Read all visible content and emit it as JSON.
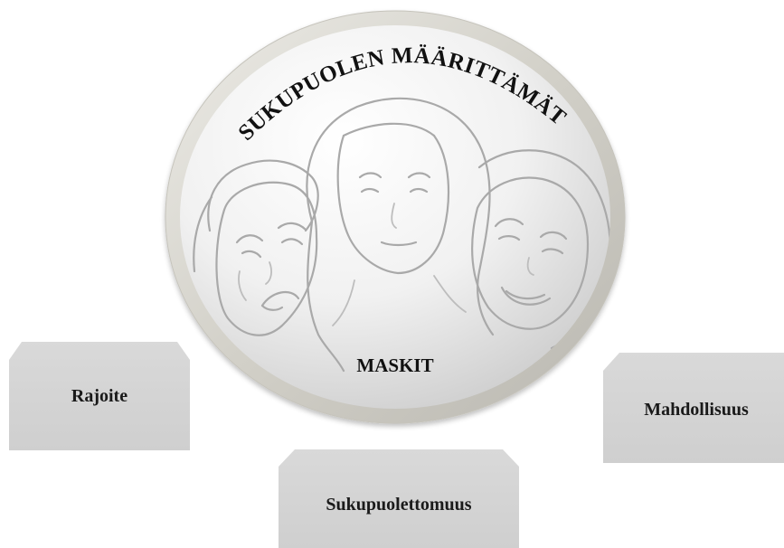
{
  "diagram": {
    "arc_title": "SUKUPUOLEN MÄÄRITTÄMÄT",
    "center_label": "MASKIT",
    "boxes": {
      "left": "Rajoite",
      "bottom": "Sukupuolettomuus",
      "right": "Mahdollisuus"
    }
  },
  "colors": {
    "box_fill": "#d4d4d4",
    "medallion_rim": "#dcdad2",
    "sketch_line": "#a9a9a9"
  },
  "icons": [
    "sad-mask-face-icon",
    "neutral-mask-face-icon",
    "happy-mask-face-icon"
  ]
}
